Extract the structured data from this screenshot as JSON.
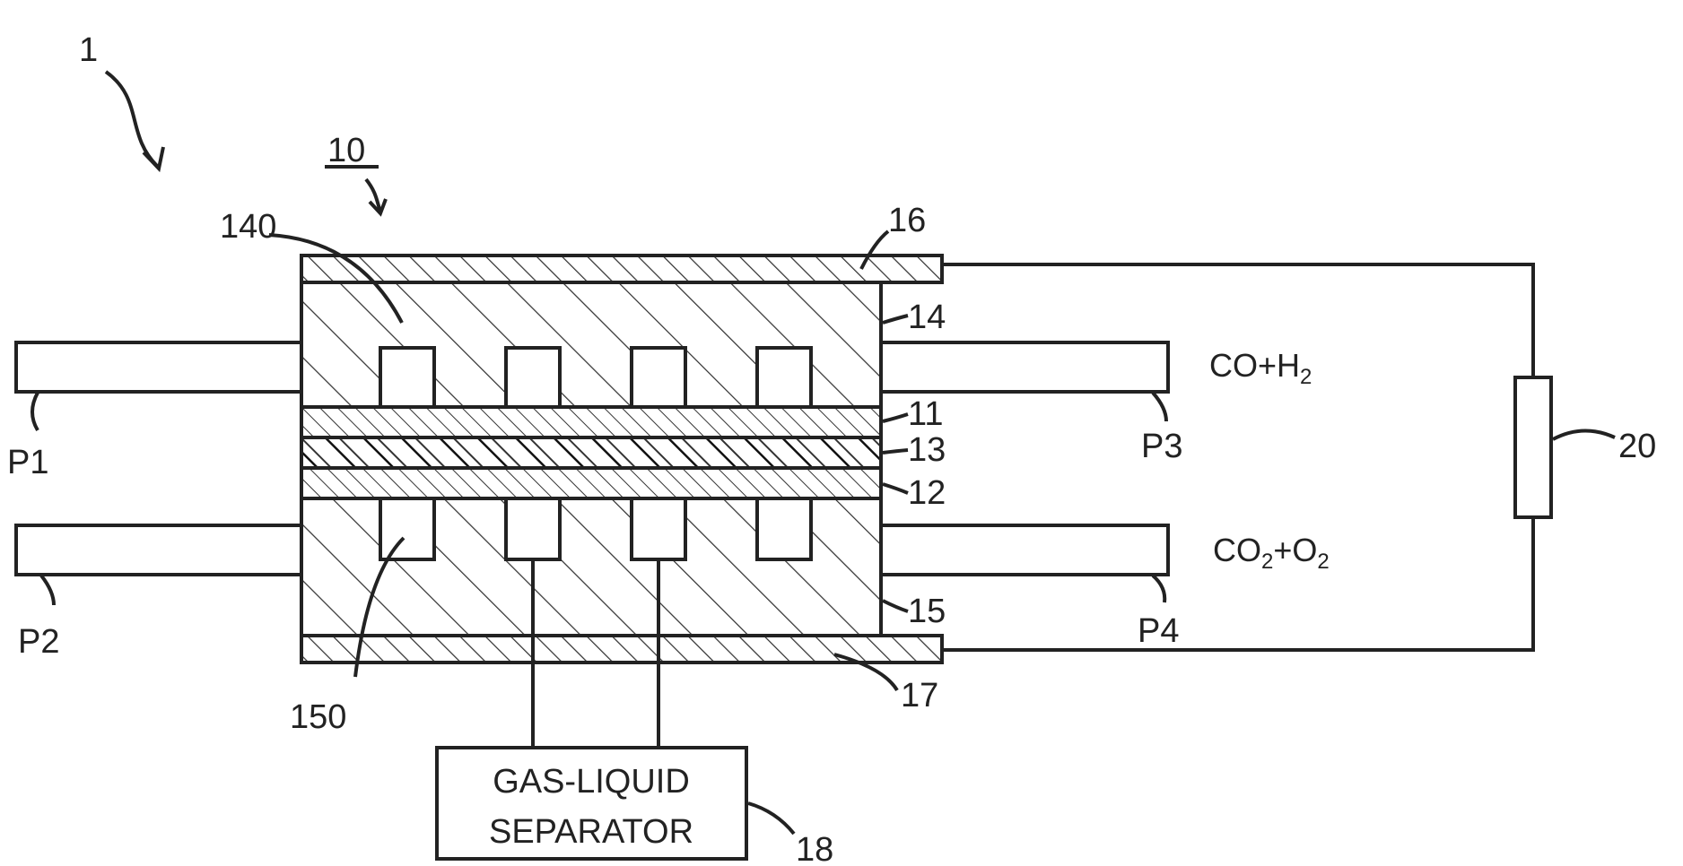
{
  "labels": {
    "system": "1",
    "cell": "10",
    "plate_top": "16",
    "plate_bottom": "17",
    "block_top": "14",
    "block_bottom": "15",
    "electrode_top": "11",
    "membrane": "13",
    "electrode_bottom": "12",
    "channels_top": "140",
    "channels_bottom": "150",
    "separator_ref": "18",
    "load_ref": "20",
    "port_p1": "P1",
    "port_p2": "P2",
    "port_p3": "P3",
    "port_p4": "P4"
  },
  "products": {
    "top": {
      "a": "CO+H",
      "a_sub": "2"
    },
    "bottom": {
      "a": "CO",
      "a_sub": "2",
      "b": "+O",
      "b_sub": "2"
    }
  },
  "separator": {
    "line1": "GAS-LIQUID",
    "line2": "SEPARATOR"
  },
  "colors": {
    "line": "#222222",
    "background": "#ffffff"
  }
}
